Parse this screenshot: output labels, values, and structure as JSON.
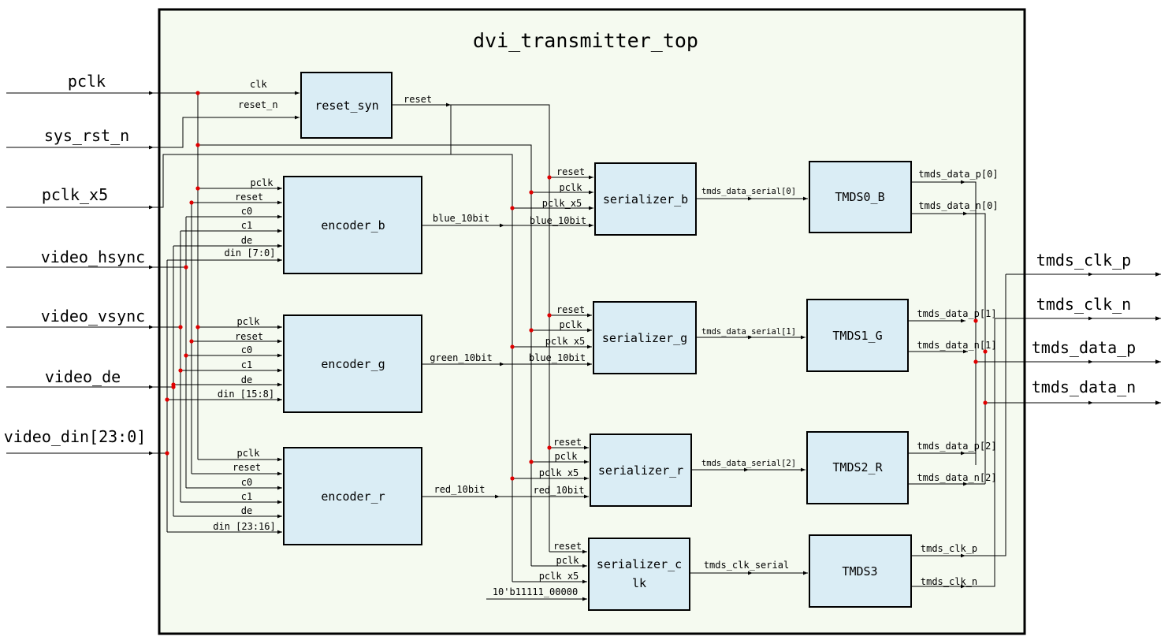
{
  "title": "dvi_transmitter_top",
  "colors": {
    "container_fill": "#f5faf0",
    "block_fill": "#daedf5",
    "wire": "#000000",
    "junction": "#e00000"
  },
  "inputs": [
    "pclk",
    "sys_rst_n",
    "pclk_x5",
    "video_hsync",
    "video_vsync",
    "video_de",
    "video_din[23:0]"
  ],
  "outputs": [
    "tmds_clk_p",
    "tmds_clk_n",
    "tmds_data_p",
    "tmds_data_n"
  ],
  "reset_syn": {
    "name": "reset_syn",
    "ports": [
      "clk",
      "reset_n"
    ],
    "out": "reset"
  },
  "encoders": [
    {
      "name": "encoder_b",
      "ports": [
        "pclk",
        "reset",
        "c0",
        "c1",
        "de",
        "din [7:0]"
      ],
      "out": "blue_10bit"
    },
    {
      "name": "encoder_g",
      "ports": [
        "pclk",
        "reset",
        "c0",
        "c1",
        "de",
        "din [15:8]"
      ],
      "out": "green_10bit"
    },
    {
      "name": "encoder_r",
      "ports": [
        "pclk",
        "reset",
        "c0",
        "c1",
        "de",
        "din [23:16]"
      ],
      "out": "red_10bit"
    }
  ],
  "serializers": [
    {
      "name": "serializer_b",
      "ports": [
        "reset",
        "pclk",
        "pclk_x5",
        "blue_10bit"
      ],
      "out": "tmds_data_serial[0]"
    },
    {
      "name": "serializer_g",
      "ports": [
        "reset",
        "pclk",
        "pclk_x5",
        "blue_10bit"
      ],
      "out": "tmds_data_serial[1]"
    },
    {
      "name": "serializer_r",
      "ports": [
        "reset",
        "pclk",
        "pclk_x5",
        "red_10bit"
      ],
      "out": "tmds_data_serial[2]"
    },
    {
      "name_line1": "serializer_c",
      "name_line2": "lk",
      "ports": [
        "reset",
        "pclk",
        "pclk_x5",
        "10'b11111_00000"
      ],
      "out": "tmds_clk_serial"
    }
  ],
  "tmds": [
    {
      "name": "TMDS0_B",
      "outs": [
        "tmds_data_p[0]",
        "tmds_data_n[0]"
      ]
    },
    {
      "name": "TMDS1_G",
      "outs": [
        "tmds_data_p[1]",
        "tmds_data_n[1]"
      ]
    },
    {
      "name": "TMDS2_R",
      "outs": [
        "tmds_data_p[2]",
        "tmds_data_n[2]"
      ]
    },
    {
      "name": "TMDS3",
      "outs": [
        "tmds_clk_p",
        "tmds_clk_n"
      ]
    }
  ]
}
